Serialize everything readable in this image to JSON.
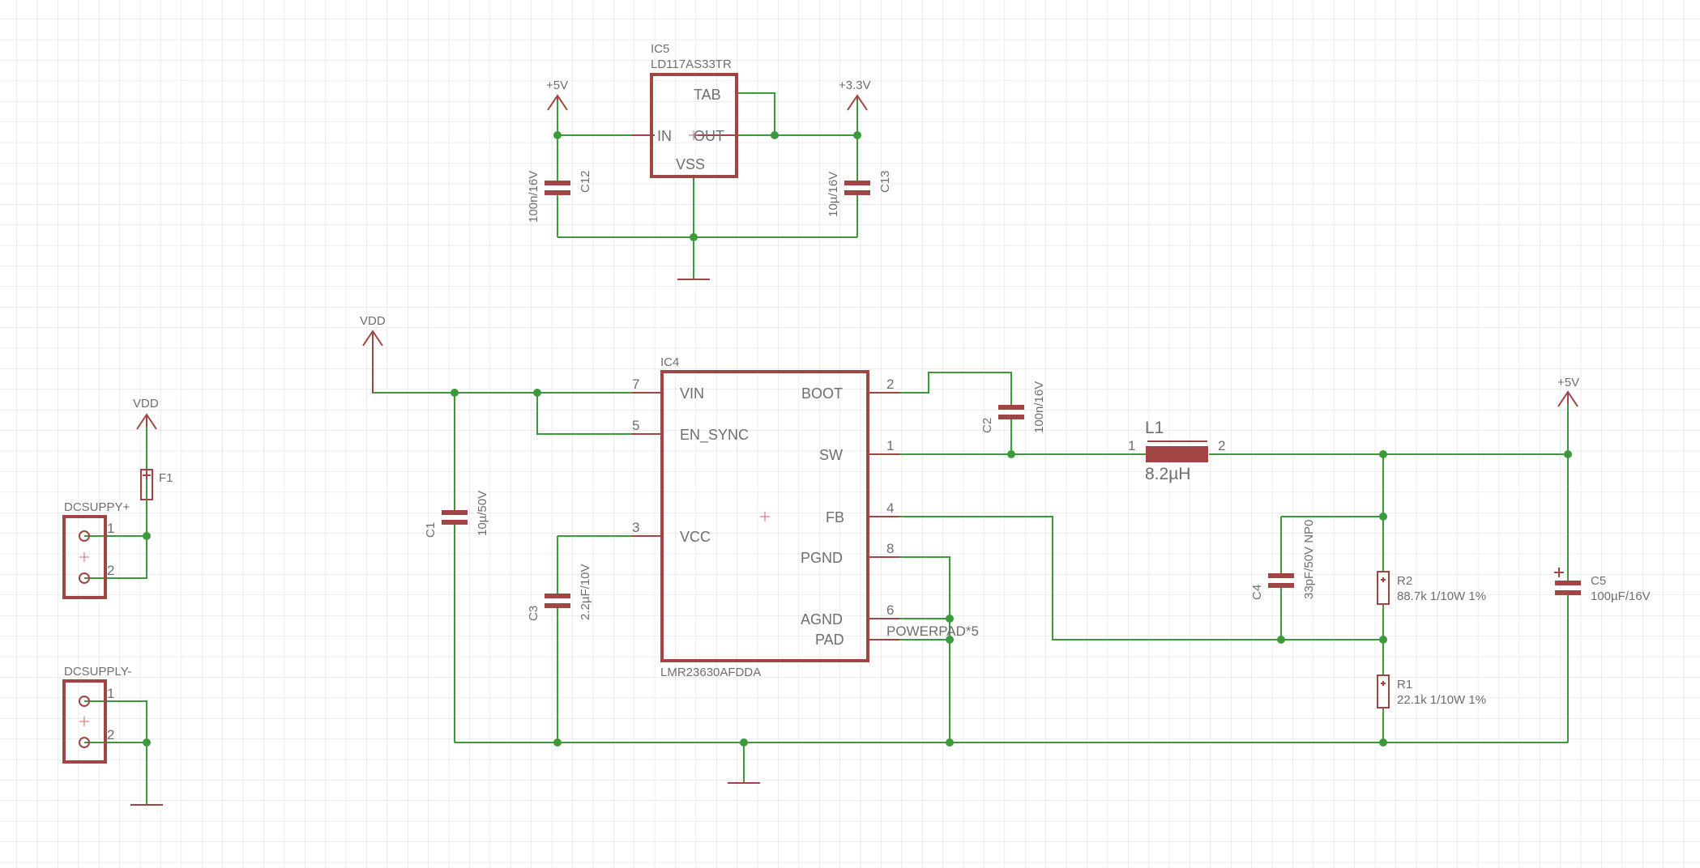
{
  "colors": {
    "grid": "#d9d9d9",
    "wire": "#3c9a3c",
    "symbol": "#a04444",
    "text": "#6e6e6e"
  },
  "regulator_ldo": {
    "name": "IC5",
    "part": "LD117AS33TR",
    "pins": {
      "tab": "TAB",
      "in": "IN",
      "out": "OUT",
      "vss": "VSS"
    },
    "in_supply": "+5V",
    "out_supply": "+3.3V",
    "c12": {
      "name": "C12",
      "value": "100n/16V"
    },
    "c13": {
      "name": "C13",
      "value": "10µ/16V"
    }
  },
  "buck": {
    "name": "IC4",
    "part": "LMR23630AFDDA",
    "supply": "VDD",
    "pins": {
      "vin": "VIN",
      "vin_num": "7",
      "en": "EN_SYNC",
      "en_num": "5",
      "vcc": "VCC",
      "vcc_num": "3",
      "boot": "BOOT",
      "boot_num": "2",
      "sw": "SW",
      "sw_num": "1",
      "fb": "FB",
      "fb_num": "4",
      "pgnd": "PGND",
      "pgnd_num": "8",
      "agnd": "AGND",
      "agnd_num": "6",
      "pad": "PAD",
      "pad_num": "POWERPAD*5"
    },
    "c1": {
      "name": "C1",
      "value": "10µ/50V"
    },
    "c2": {
      "name": "C2",
      "value": "100n/16V"
    },
    "c3": {
      "name": "C3",
      "value": "2.2µF/10V"
    },
    "c4": {
      "name": "C4",
      "value": "33pF/50V NP0"
    },
    "c5": {
      "name": "C5",
      "value": "100µF/16V"
    },
    "l1": {
      "name": "L1",
      "value": "8.2µH",
      "pin1": "1",
      "pin2": "2"
    },
    "r1": {
      "name": "R1",
      "value": "22.1k 1/10W 1%"
    },
    "r2": {
      "name": "R2",
      "value": "88.7k 1/10W 1%"
    },
    "out_supply": "+5V"
  },
  "input": {
    "supply": "VDD",
    "fuse": {
      "name": "F1"
    },
    "conn_pos": {
      "name": "DCSUPPY+",
      "pin1": "1",
      "pin2": "2"
    },
    "conn_neg": {
      "name": "DCSUPPLY-",
      "pin1": "1",
      "pin2": "2"
    }
  }
}
